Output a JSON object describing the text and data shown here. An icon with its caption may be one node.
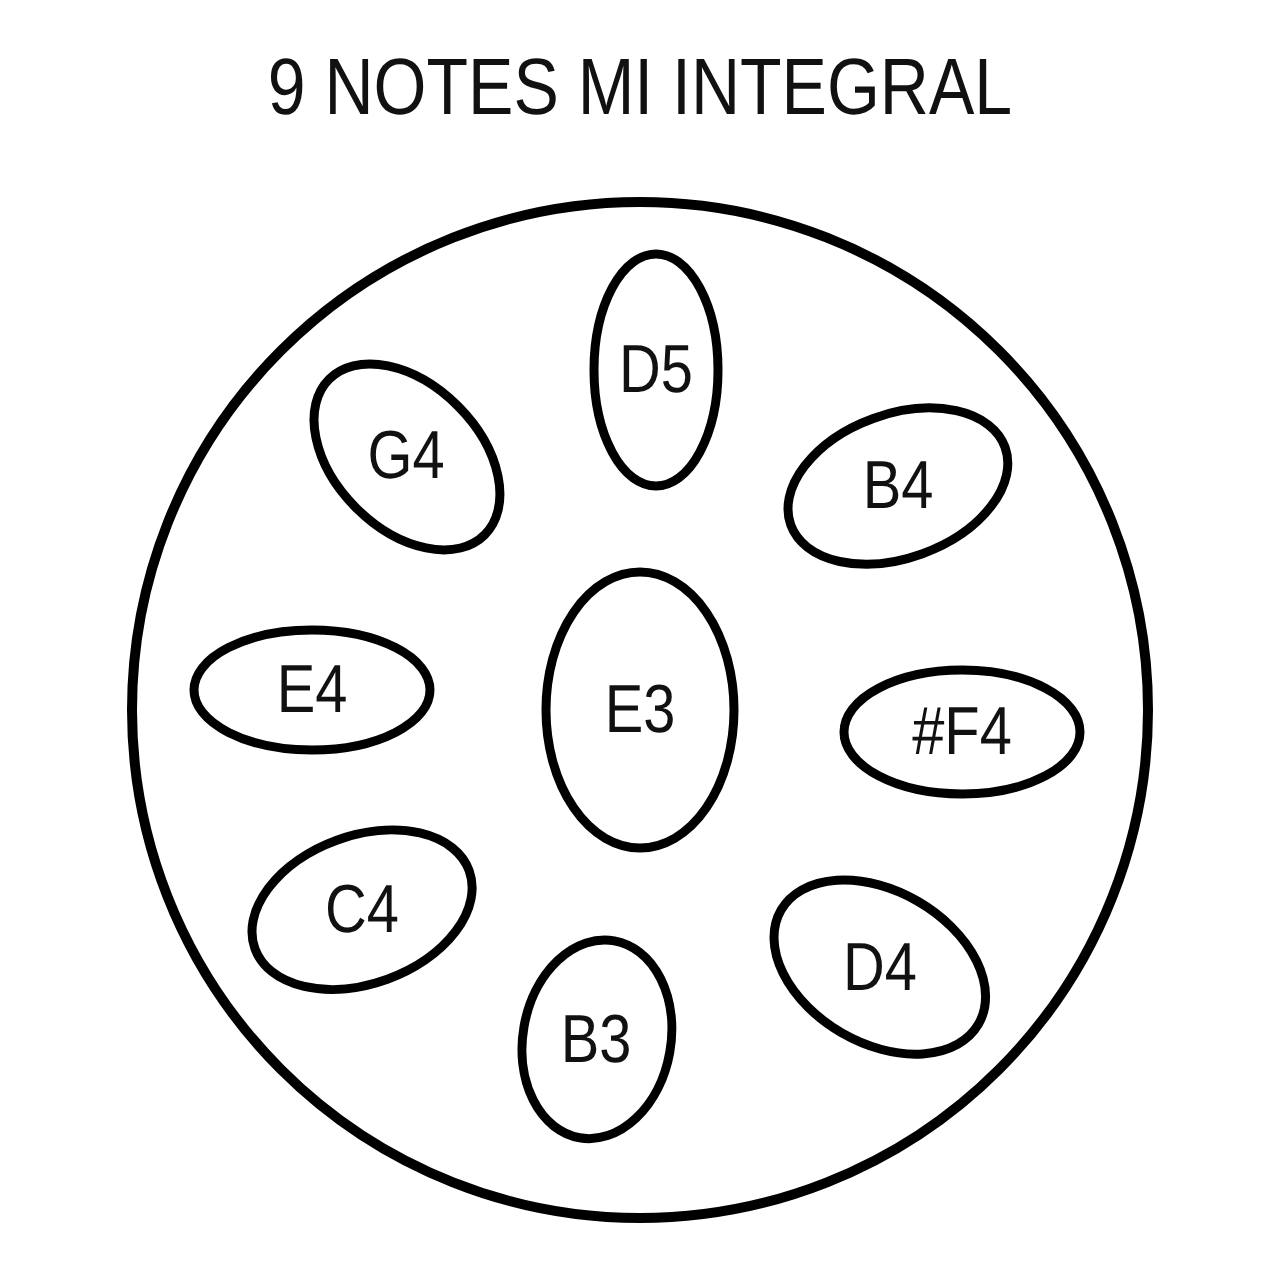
{
  "diagram": {
    "title": "9 NOTES MI INTEGRAL",
    "nodes": [
      {
        "text": [],
        "shape": "circle"
      },
      {
        "text": [
          "D5"
        ],
        "in": 0
      },
      {
        "text": [
          "G4"
        ],
        "in": 0
      },
      {
        "text": [
          "B4"
        ],
        "in": 0
      },
      {
        "text": [
          "E4"
        ],
        "in": 0
      },
      {
        "text": [
          "E3"
        ],
        "in": 0
      },
      {
        "text": [
          "#F4"
        ],
        "in": 0
      },
      {
        "text": [
          "C4"
        ],
        "in": 0
      },
      {
        "text": [
          "D4"
        ],
        "in": 0
      },
      {
        "text": [
          "B3"
        ],
        "in": 0
      }
    ],
    "edges": []
  }
}
